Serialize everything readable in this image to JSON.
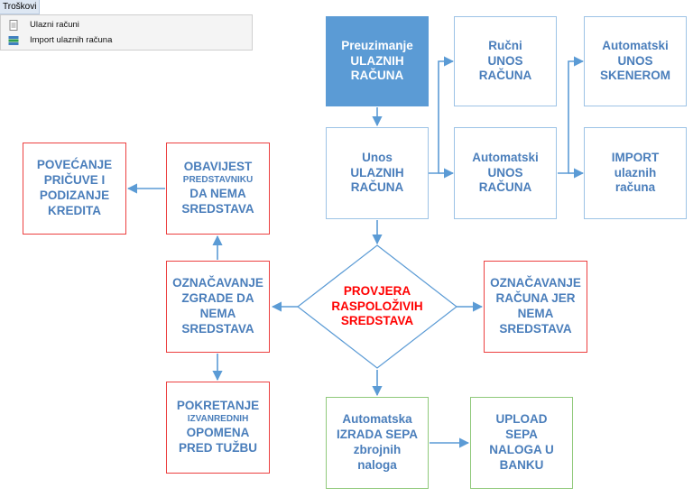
{
  "menu": {
    "title": "Troškovi",
    "items": [
      {
        "label": "Ulazni računi",
        "icon": "document-icon"
      },
      {
        "label": "Import ulaznih računa",
        "icon": "import-icon"
      }
    ]
  },
  "nodes": {
    "preuzimanje": "Preuzimanje\nULAZNIH\nRAČUNA",
    "rucni": "Ručni\nUNOS\nRAČUNA",
    "automatski_skener": "Automatski\nUNOS\nSKENEROM",
    "unos": "Unos\nULAZNIH\nRAČUNA",
    "automatski_unos": "Automatski\nUNOS\nRAČUNA",
    "import": "IMPORT\nulaznih\nračuna",
    "povecanje": "POVEĆANJE\nPRIČUVE I\nPODIZANJE\nKREDITA",
    "obavijest_line1": "OBAVIJEST",
    "obavijest_line2": "PREDSTAVNIKU",
    "obavijest_line3": "DA NEMA\nSREDSTAVA",
    "oznacavanje_zgrade": "OZNAČAVANJE\nZGRADE DA\nNEMA\nSREDSTAVA",
    "provjera": "PROVJERA\nRASPOLOŽIVIH\nSREDSTAVA",
    "oznacavanje_racuna": "OZNAČAVANJE\nRAČUNA JER\nNEMA\nSREDSTAVA",
    "pokretanje_line1": "POKRETANJE",
    "pokretanje_line2": "IZVANREDNIH",
    "pokretanje_line3": "OPOMENA\nPRED TUŽBU",
    "izrada_sepa": "Automatska\nIZRADA SEPA\nzbrojnih\nnaloga",
    "upload_sepa": "UPLOAD\nSEPA\nNALOGA U\nBANKU"
  },
  "colors": {
    "arrow": "#5b9bd5",
    "blue_border": "#9dc3e6",
    "red_border": "#ec4040",
    "green_border": "#8fc97a",
    "text": "#4a7ebb",
    "alert_text": "#ff0000"
  }
}
